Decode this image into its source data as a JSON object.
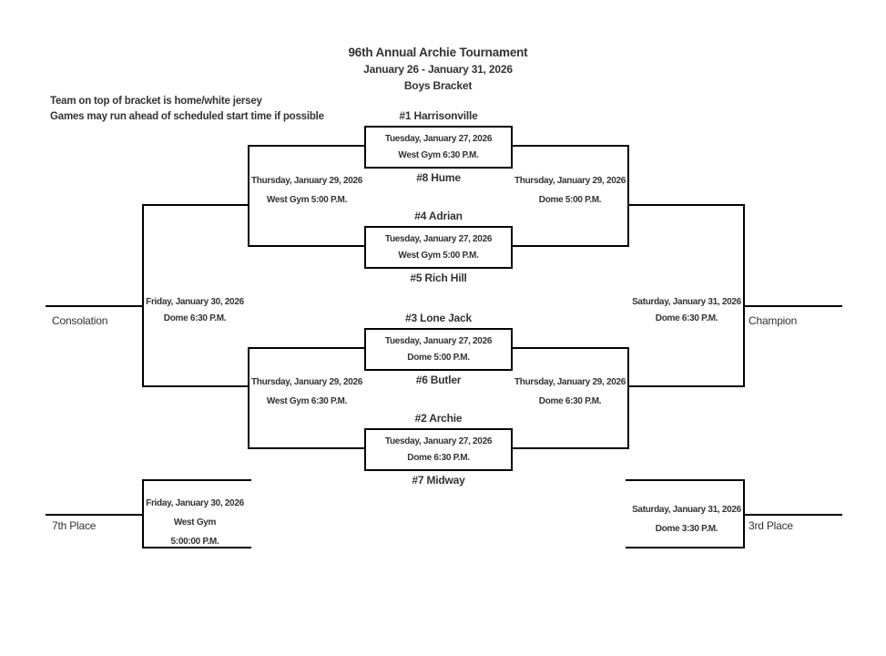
{
  "page": {
    "title": "96th Annual Archie Tournament",
    "date_range": "January 26 - January 31, 2026",
    "bracket_label": "Boys Bracket",
    "notes": [
      "Team on top of bracket is home/white jersey",
      "Games may run ahead of scheduled start time if possible"
    ]
  },
  "first_round": [
    {
      "top_team": "#1 Harrisonville",
      "date": "Tuesday, January 27, 2026",
      "venue_time": "West Gym 6:30 P.M.",
      "bottom_team": "#8 Hume"
    },
    {
      "top_team": "#4 Adrian",
      "date": "Tuesday, January 27, 2026",
      "venue_time": "West Gym 5:00 P.M.",
      "bottom_team": "#5 Rich Hill"
    },
    {
      "top_team": "#3 Lone Jack",
      "date": "Tuesday, January 27, 2026",
      "venue_time": "Dome 5:00 P.M.",
      "bottom_team": "#6 Butler"
    },
    {
      "top_team": "#2 Archie",
      "date": "Tuesday, January 27, 2026",
      "venue_time": "Dome 6:30 P.M.",
      "bottom_team": "#7 Midway"
    }
  ],
  "semifinals": {
    "left_top": {
      "date": "Thursday, January 29, 2026",
      "venue_time": "West Gym 5:00 P.M."
    },
    "left_bottom": {
      "date": "Thursday, January 29, 2026",
      "venue_time": "West Gym 6:30 P.M."
    },
    "right_top": {
      "date": "Thursday, January 29, 2026",
      "venue_time": "Dome 5:00 P.M."
    },
    "right_bottom": {
      "date": "Thursday, January 29, 2026",
      "venue_time": "Dome 6:30 P.M."
    }
  },
  "finals": {
    "consolation": {
      "label": "Consolation",
      "date": "Friday, January 30, 2026",
      "venue_time": "Dome 6:30 P.M."
    },
    "champion": {
      "label": "Champion",
      "date": "Saturday, January 31, 2026",
      "venue_time": "Dome 6:30 P.M."
    },
    "seventh": {
      "label": "7th Place",
      "date": "Friday, January 30, 2026",
      "venue": "West Gym",
      "time": "5:00:00 P.M."
    },
    "third": {
      "label": "3rd Place",
      "date": "Saturday, January 31, 2026",
      "venue_time": "Dome 3:30 P.M."
    }
  },
  "colors": {
    "line": "#000000",
    "text": "#333333",
    "background": "#ffffff"
  }
}
